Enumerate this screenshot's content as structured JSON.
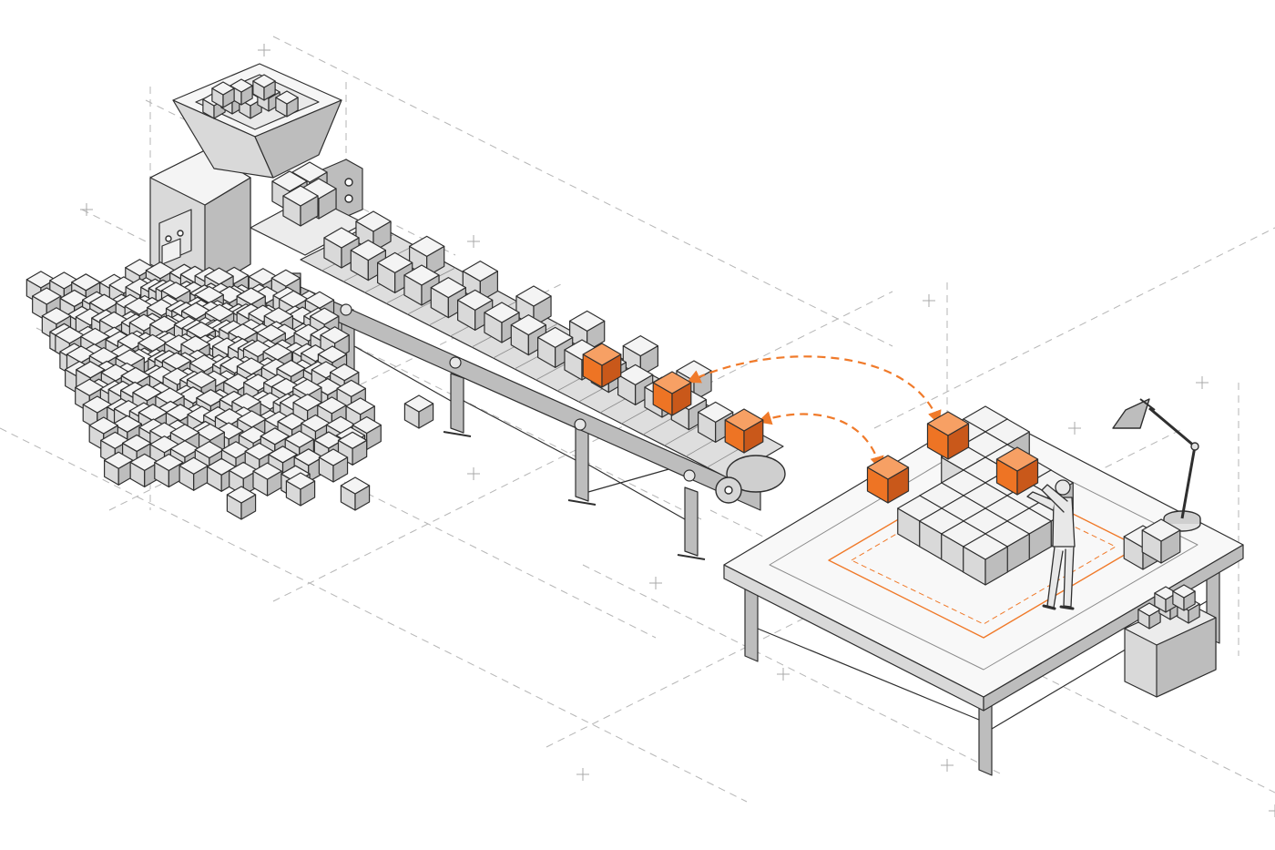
{
  "illustration": {
    "style": "isometric pencil sketch",
    "colors": {
      "paper": "#ffffff",
      "ink": "#2f2f2f",
      "ink_light": "#8c8c8c",
      "guide": "#b5b5b5",
      "face_top": "#f4f4f4",
      "face_left": "#d9d9d9",
      "face_right": "#bdbdbd",
      "accent": "#f07a2a",
      "accent_top": "#f7a064",
      "accent_left": "#ee7424",
      "accent_right": "#c9581a"
    },
    "highlighted_cubes_on_belt": 3,
    "highlighted_cubes_on_table": 3,
    "transfer_arrows": 2
  }
}
